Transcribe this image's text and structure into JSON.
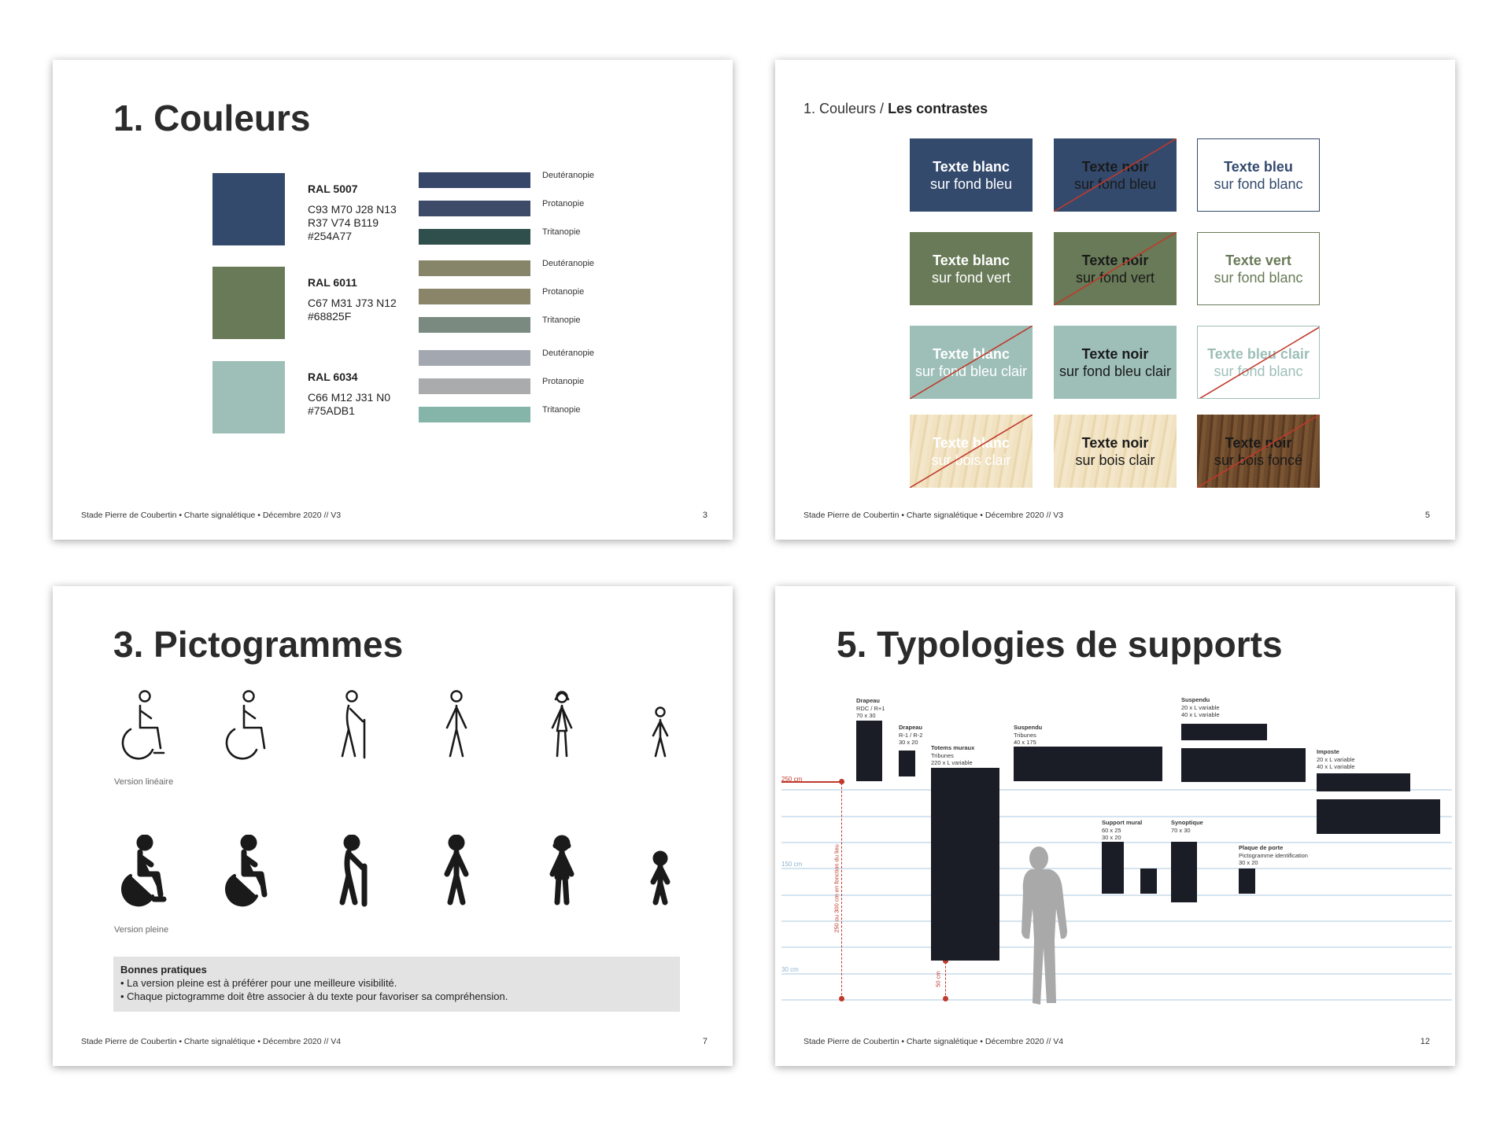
{
  "footer_prefix": "Stade Pierre de Coubertin • Charte signalétique • Décembre 2020",
  "slides": [
    {
      "title": "1. Couleurs",
      "footer": "Stade Pierre de Coubertin • Charte signalétique • Décembre 2020 // V3",
      "page": "3",
      "colors": [
        {
          "ral": "RAL 5007",
          "codes": "C93 M70 J28 N13\nR37 V74 B119\n#254A77",
          "hex": "#334a6d",
          "sims": [
            {
              "label": "Deutéranopie",
              "hex": "#37476a"
            },
            {
              "label": "Protanopie",
              "hex": "#3d4a68"
            },
            {
              "label": "Tritanopie",
              "hex": "#2f4f4d"
            }
          ]
        },
        {
          "ral": "RAL 6011",
          "codes": "C67 M31 J73 N12\n#68825F",
          "hex": "#687a57",
          "sims": [
            {
              "label": "Deutéranopie",
              "hex": "#878569"
            },
            {
              "label": "Protanopie",
              "hex": "#8a8568"
            },
            {
              "label": "Tritanopie",
              "hex": "#7a8a80"
            }
          ]
        },
        {
          "ral": "RAL 6034",
          "codes": "C66 M12 J31 N0\n#75ADB1",
          "hex": "#9dbfb7",
          "sims": [
            {
              "label": "Deutéranopie",
              "hex": "#a3a7b0"
            },
            {
              "label": "Protanopie",
              "hex": "#a9abad"
            },
            {
              "label": "Tritanopie",
              "hex": "#84b5a8"
            }
          ]
        }
      ]
    },
    {
      "breadcrumb_section": "1. Couleurs / ",
      "breadcrumb_page": "Les contrastes",
      "footer": "Stade Pierre de Coubertin • Charte signalétique • Décembre 2020 // V3",
      "page": "5",
      "tiles": [
        {
          "line1": "Texte blanc",
          "line2": "sur fond bleu",
          "bg": "#334a6d",
          "color": "#ffffff",
          "crossed": false
        },
        {
          "line1": "Texte noir",
          "line2": "sur fond bleu",
          "bg": "#334a6d",
          "color": "#1a1a1a",
          "crossed": true
        },
        {
          "line1": "Texte bleu",
          "line2": "sur fond blanc",
          "bg": "#ffffff",
          "color": "#334a6d",
          "border": "#334a6d",
          "crossed": false
        },
        {
          "line1": "Texte blanc",
          "line2": "sur fond vert",
          "bg": "#687a57",
          "color": "#ffffff",
          "crossed": false
        },
        {
          "line1": "Texte noir",
          "line2": "sur fond vert",
          "bg": "#687a57",
          "color": "#1a1a1a",
          "crossed": true
        },
        {
          "line1": "Texte vert",
          "line2": "sur fond blanc",
          "bg": "#ffffff",
          "color": "#687a57",
          "border": "#687a57",
          "crossed": false
        },
        {
          "line1": "Texte blanc",
          "line2": "sur fond bleu clair",
          "bg": "#9dbfb7",
          "color": "#ffffff",
          "crossed": true
        },
        {
          "line1": "Texte noir",
          "line2": "sur fond bleu clair",
          "bg": "#9dbfb7",
          "color": "#1a1a1a",
          "crossed": false
        },
        {
          "line1": "Texte bleu clair",
          "line2": "sur fond blanc",
          "bg": "#ffffff",
          "color": "#9dbfb7",
          "border": "#9dbfb7",
          "crossed": true
        },
        {
          "line1": "Texte blanc",
          "line2": "sur bois clair",
          "bg": "wood-light",
          "color": "#ffffff",
          "crossed": true
        },
        {
          "line1": "Texte noir",
          "line2": "sur bois clair",
          "bg": "wood-light",
          "color": "#1a1a1a",
          "crossed": false
        },
        {
          "line1": "Texte noir",
          "line2": "sur bois foncé",
          "bg": "wood-dark",
          "color": "#1a1a1a",
          "crossed": true
        }
      ],
      "cross_color": "#c0392b"
    },
    {
      "title": "3. Pictogrammes",
      "footer": "Stade Pierre de Coubertin • Charte signalétique • Décembre 2020 // V4",
      "page": "7",
      "row_linear_label": "Version linéaire",
      "row_full_label": "Version pleine",
      "pictograms": [
        "wheelchair-active-icon",
        "wheelchair-icon",
        "elderly-cane-icon",
        "man-icon",
        "woman-icon",
        "child-icon"
      ],
      "tips": {
        "heading": "Bonnes pratiques",
        "items": [
          "• La version pleine est à préférer pour une meilleure visibilité.",
          "• Chaque pictogramme doit être associer à du texte pour favoriser sa compréhension."
        ]
      }
    },
    {
      "title": "5. Typologies de supports",
      "footer": "Stade Pierre de Coubertin • Charte signalétique • Décembre 2020 // V4",
      "page": "12",
      "height_labels": [
        "250 cm",
        "150 cm",
        "30 cm"
      ],
      "dimension_labels": {
        "install_height": "250 ou 300 cm en fonction du lieu",
        "totem_clearance": "50 cm"
      },
      "supports": [
        {
          "name": "Drapeau",
          "lines": [
            "RDC / R+1",
            "70 x 30"
          ]
        },
        {
          "name": "Drapeau",
          "lines": [
            "R-1 / R-2",
            "30 x 20"
          ]
        },
        {
          "name": "Totems muraux",
          "lines": [
            "Tribunes",
            "220 x L variable"
          ]
        },
        {
          "name": "Suspendu",
          "lines": [
            "Tribunes",
            "40 x 175"
          ]
        },
        {
          "name": "Suspendu",
          "lines": [
            "20 x L variable",
            "40 x L variable"
          ]
        },
        {
          "name": "Imposte",
          "lines": [
            "20 x L variable",
            "40 x L variable"
          ]
        },
        {
          "name": "Support mural",
          "lines": [
            "60 x 25",
            "30 x 20"
          ]
        },
        {
          "name": "Synoptique",
          "lines": [
            "70 x 30"
          ]
        },
        {
          "name": "Plaque de porte",
          "lines": [
            "Pictogramme identification",
            "30 x 20"
          ]
        }
      ]
    }
  ]
}
